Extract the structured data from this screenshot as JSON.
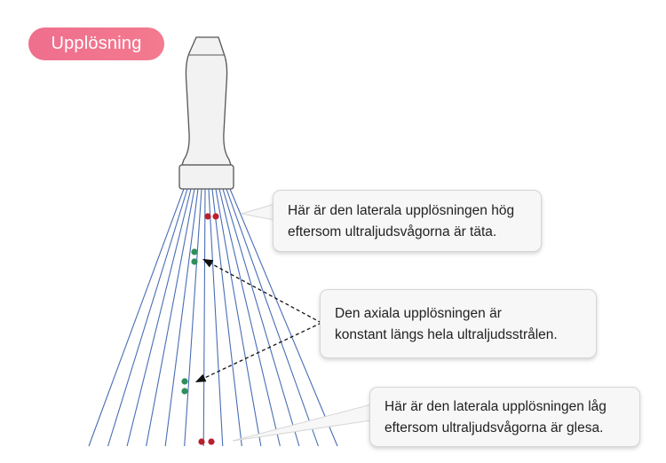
{
  "badge": {
    "label": "Upplösning",
    "color": "#ef6f8d"
  },
  "callouts": {
    "lateral_high": {
      "line1": "Här är den laterala upplösningen hög",
      "line2": "eftersom ultraljudsvågorna är täta."
    },
    "axial": {
      "line1": "Den axiala upplösningen är",
      "line2": "konstant längs hela ultraljudsstrålen."
    },
    "lateral_low": {
      "line1": "Här är den laterala upplösningen låg",
      "line2": "eftersom ultraljudsvågorna är glesa."
    }
  },
  "colors": {
    "beam_lines": "#4a6db5",
    "red_dots": "#b8202e",
    "green_dots": "#2f8f5b",
    "probe_fill": "#f2f2f2",
    "probe_outline": "#555555"
  },
  "icons": {
    "probe": "ultrasound-probe-icon"
  }
}
